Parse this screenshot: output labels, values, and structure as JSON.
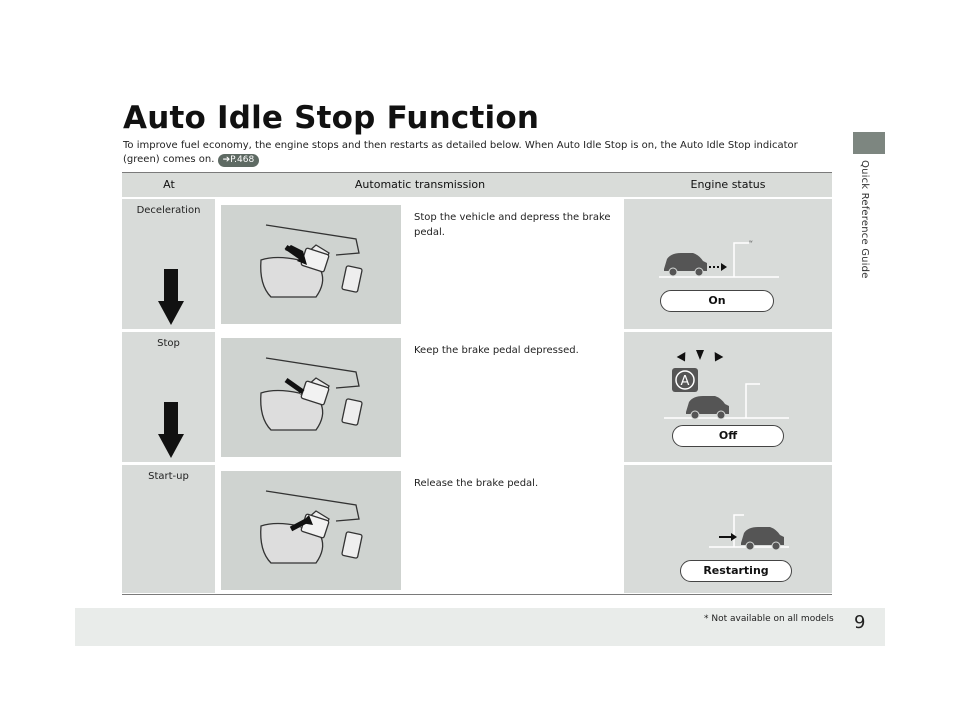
{
  "page": {
    "title": "Auto Idle Stop Function",
    "intro_text": "To improve fuel economy, the engine stops and then restarts as detailed below. When Auto Idle Stop is on, the Auto Idle Stop indicator (green) comes on.",
    "ref_badge": "P.468",
    "side_label": "Quick Reference Guide",
    "page_number": "9",
    "footnote": "* Not available on all models"
  },
  "table": {
    "headers": {
      "at": "At",
      "transmission": "Automatic transmission",
      "engine": "Engine status"
    },
    "rows": [
      {
        "at": "Deceleration",
        "instruction": "Stop the vehicle and depress the brake pedal.",
        "engine_status": "On"
      },
      {
        "at": "Stop",
        "instruction": "Keep the brake pedal depressed.",
        "engine_status": "Off"
      },
      {
        "at": "Start-up",
        "instruction": "Release the brake pedal.",
        "engine_status": "Restarting"
      }
    ]
  },
  "icons": {
    "auto_idle_indicator": "A",
    "colors": {
      "table_header": "#d9dcd9",
      "cell_bg": "#d8dbd9",
      "badge": "#5e6a63",
      "side_tab": "#7d8680"
    }
  }
}
